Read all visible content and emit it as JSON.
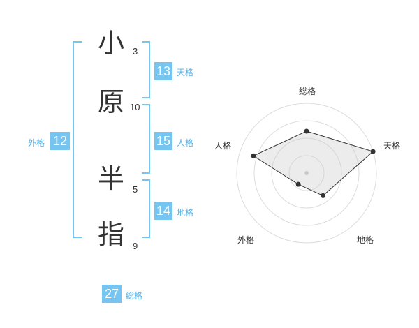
{
  "name": {
    "chars": [
      {
        "char": "小",
        "strokes": "3"
      },
      {
        "char": "原",
        "strokes": "10"
      },
      {
        "char": "半",
        "strokes": "5"
      },
      {
        "char": "指",
        "strokes": "9"
      }
    ]
  },
  "fortune": {
    "tenkaku": {
      "value": "13",
      "label": "天格"
    },
    "jinkaku": {
      "value": "15",
      "label": "人格"
    },
    "chikaku": {
      "value": "14",
      "label": "地格"
    },
    "gaikaku": {
      "value": "12",
      "label": "外格"
    },
    "soukaku": {
      "value": "27",
      "label": "総格"
    }
  },
  "colors": {
    "accent": "#76c5f0",
    "bracket": "#76c5f0",
    "text": "#333333"
  },
  "chart_data": {
    "type": "radar",
    "axes": [
      "総格",
      "天格",
      "地格",
      "外格",
      "人格"
    ],
    "values": [
      3,
      5,
      2,
      1,
      4
    ],
    "rings": 4,
    "max": 5
  }
}
